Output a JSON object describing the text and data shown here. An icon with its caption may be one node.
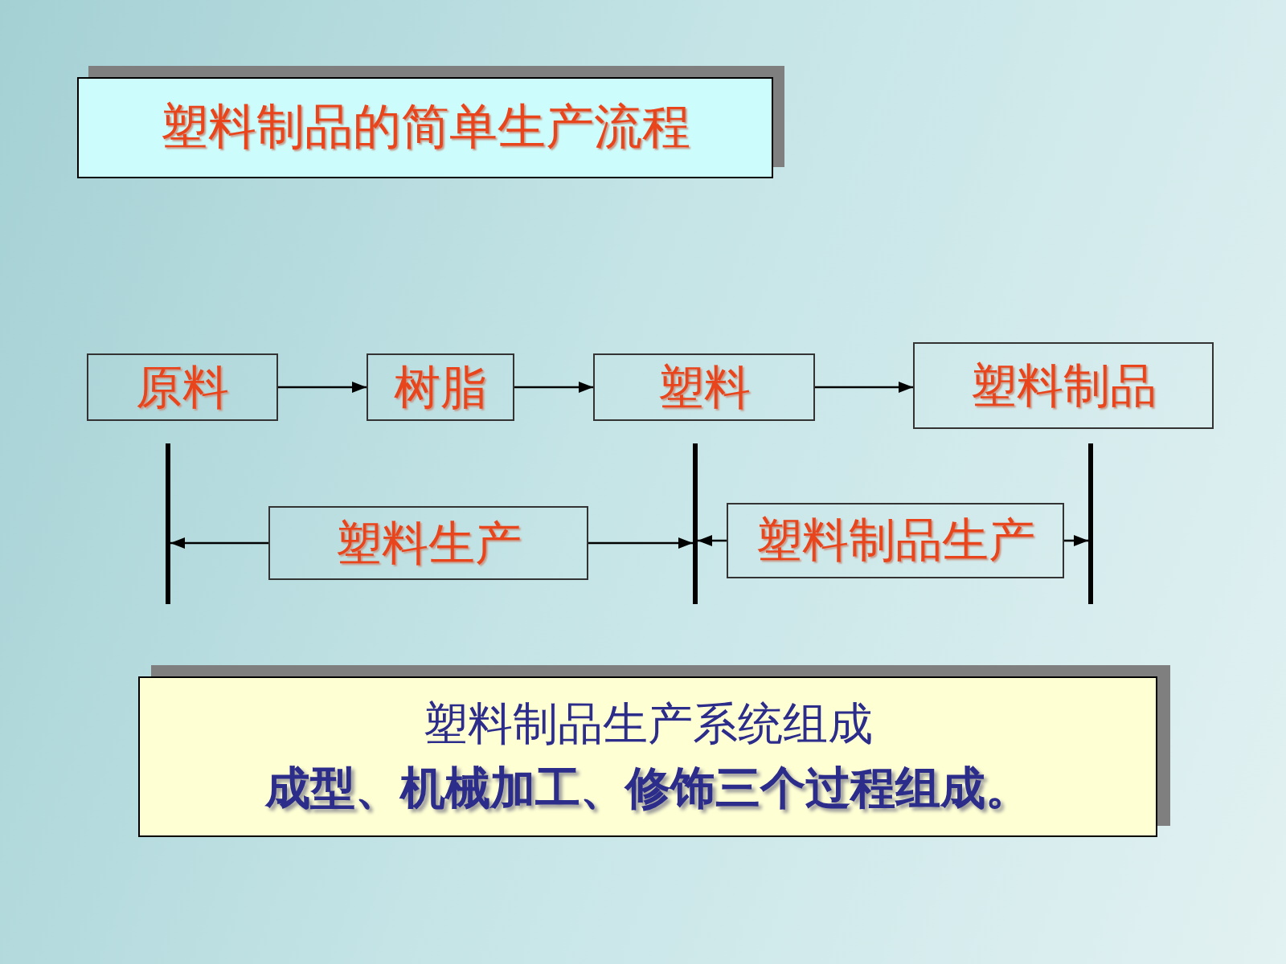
{
  "diagram": {
    "title": "塑料制品的简单生产流程",
    "nodes": [
      {
        "text": [
          "原料"
        ]
      },
      {
        "text": [
          "树脂"
        ]
      },
      {
        "text": [
          "塑料"
        ]
      },
      {
        "text": [
          "塑料制品"
        ]
      },
      {
        "text": [],
        "shape": "bar"
      },
      {
        "text": [],
        "shape": "bar"
      },
      {
        "text": [],
        "shape": "bar"
      },
      {
        "text": [
          "塑料生产"
        ]
      },
      {
        "text": [
          "塑料制品生产"
        ]
      },
      {
        "text": [
          "塑料制品生产系统组成",
          "成型、机械加工、修饰三个过程组成。"
        ]
      }
    ],
    "edges": [
      {
        "from": 0,
        "to": 1,
        "arrow": "to"
      },
      {
        "from": 1,
        "to": 2,
        "arrow": "to"
      },
      {
        "from": 2,
        "to": 3,
        "arrow": "to"
      },
      {
        "from": 7,
        "to": 4,
        "arrow": "to"
      },
      {
        "from": 7,
        "to": 5,
        "arrow": "to"
      },
      {
        "from": 8,
        "to": 5,
        "arrow": "to"
      },
      {
        "from": 8,
        "to": 6,
        "arrow": "to"
      }
    ]
  }
}
